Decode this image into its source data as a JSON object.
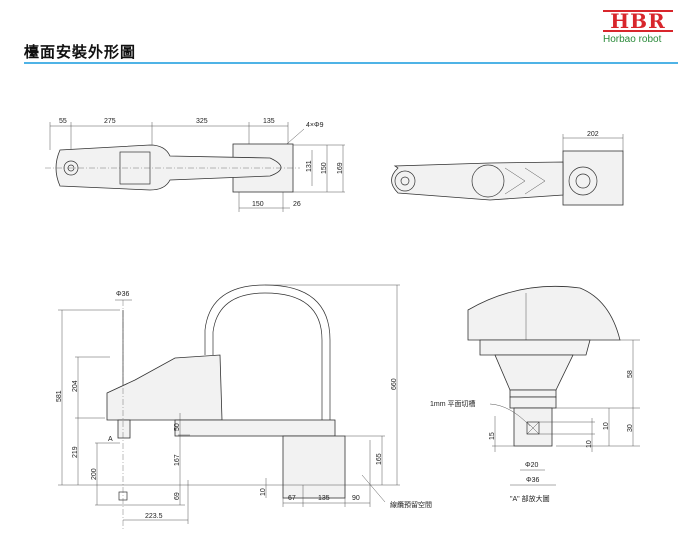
{
  "header": {
    "title": "檯面安裝外形圖",
    "logo_mark": "HBR",
    "logo_sub": "Horbao robot"
  },
  "colors": {
    "accent_rule": "#4fb3e6",
    "logo_red": "#d8262c",
    "logo_green": "#2a8a3a"
  },
  "top_view": {
    "dims": {
      "d55": "55",
      "d275": "275",
      "d325": "325",
      "d135": "135",
      "holes": "4×Φ9",
      "d131": "131",
      "d150v": "150",
      "d169": "169",
      "d150h": "150",
      "d26": "26"
    }
  },
  "top_view_2": {
    "dims": {
      "d202": "202"
    }
  },
  "side_view": {
    "dims": {
      "phi36": "Φ36",
      "d581": "581",
      "d204": "204",
      "d219": "219",
      "d200": "200",
      "d50": "50",
      "d167": "167",
      "d69": "69",
      "d223_5": "223.5",
      "d660": "660",
      "d165": "165",
      "d10": "10",
      "d67": "67",
      "d135": "135",
      "d90": "90",
      "markA": "A"
    },
    "cable_note": "線纜預留空間"
  },
  "detail_view": {
    "dims": {
      "d58": "58",
      "d30": "30",
      "d10a": "10",
      "d10b": "10",
      "d15": "15",
      "phi20": "Φ20",
      "phi36": "Φ36"
    },
    "groove_note": "1mm  平面切槽",
    "caption": "\"A\" 部放大圖"
  }
}
